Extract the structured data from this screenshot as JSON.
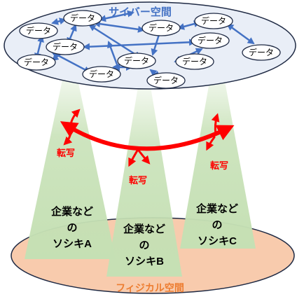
{
  "cyber_space": {
    "label": "サイバー空間"
  },
  "physical_space": {
    "label": "フィジカル空間"
  },
  "data_nodes": [
    {
      "label": "データ"
    },
    {
      "label": "データ"
    },
    {
      "label": "データ"
    },
    {
      "label": "データ"
    },
    {
      "label": "データ"
    },
    {
      "label": "データ"
    },
    {
      "label": "データ"
    },
    {
      "label": "データ"
    },
    {
      "label": "データ"
    },
    {
      "label": "データ"
    },
    {
      "label": "データ"
    },
    {
      "label": "データ"
    }
  ],
  "organizations": [
    {
      "line1": "企業など",
      "line2": "の",
      "line3": "ソシキA"
    },
    {
      "line1": "企業など",
      "line2": "の",
      "line3": "ソシキB"
    },
    {
      "line1": "企業など",
      "line2": "の",
      "line3": "ソシキC"
    }
  ],
  "transfers": [
    {
      "label": "転写"
    },
    {
      "label": "転写"
    },
    {
      "label": "転写"
    }
  ],
  "colors": {
    "cyber_fill": "#e9eef7",
    "cyber_stroke": "#1f2a44",
    "physical_fill": "#f8cbad",
    "physical_stroke": "#1f2a44",
    "cone_fill": "#c5e0b4",
    "link_blue": "#4472c4",
    "transfer_red": "#ff0000"
  }
}
